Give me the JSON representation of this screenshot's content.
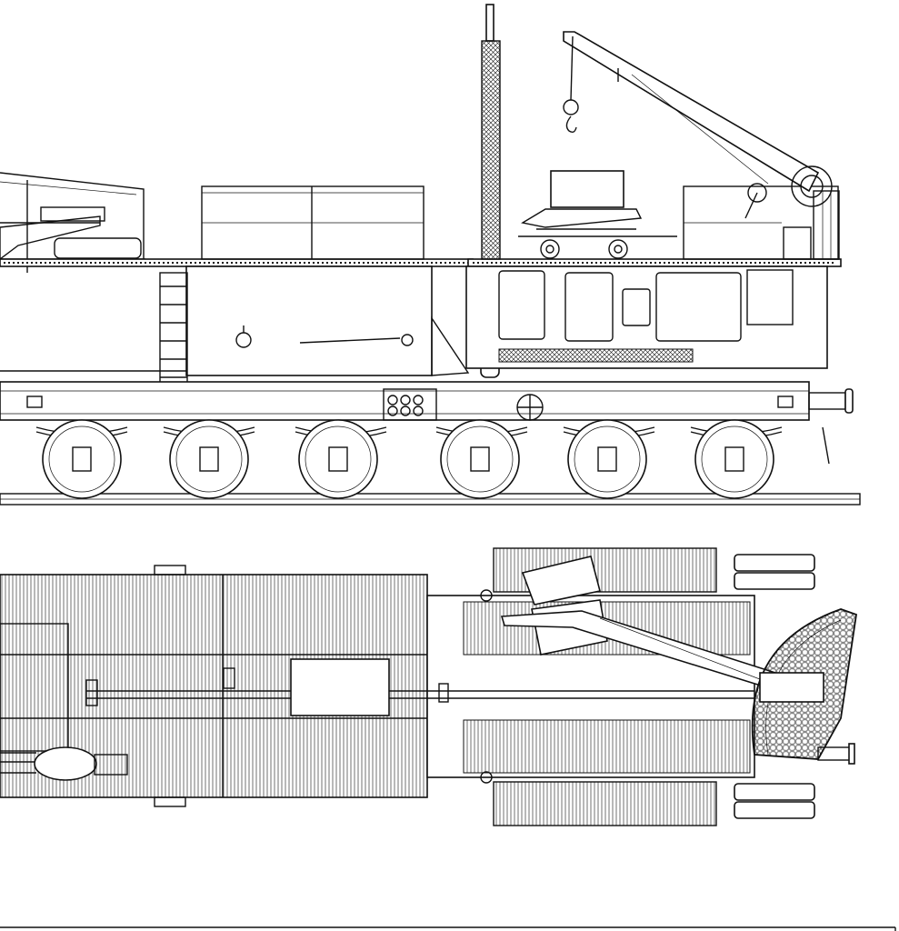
{
  "drawing": {
    "views": [
      "side-elevation",
      "top-plan"
    ],
    "line_color": "#111111",
    "background": "#ffffff",
    "wheel_count": 6
  }
}
